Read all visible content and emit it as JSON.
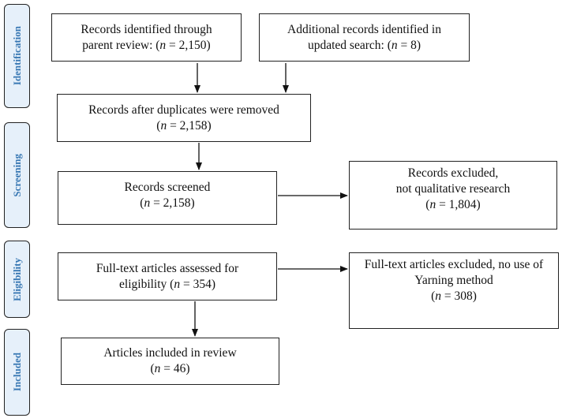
{
  "phases": {
    "identification": "Identification",
    "screening": "Screening",
    "eligibility": "Eligibility",
    "included": "Included"
  },
  "boxes": {
    "parent_review": {
      "line1": "Records identified through",
      "line2": "parent review: (",
      "n": "n",
      "line2_end": " = 2,150)"
    },
    "updated_search": {
      "line1": "Additional records identified in",
      "line2": "updated search: (",
      "n": "n",
      "line2_end": " = 8)"
    },
    "after_duplicates": {
      "line1": "Records after duplicates were removed",
      "line2": "(",
      "n": "n",
      "line2_end": " = 2,158)"
    },
    "screened": {
      "line1": "Records screened",
      "line2": "(",
      "n": "n",
      "line2_end": " = 2,158)"
    },
    "excluded_qual": {
      "line1": "Records excluded,",
      "line2": "not qualitative research",
      "line3": "(",
      "n": "n",
      "line3_end": " = 1,804)"
    },
    "fulltext_assessed": {
      "line1": "Full-text articles assessed for",
      "line2": "eligibility (",
      "n": "n",
      "line2_end": " = 354)"
    },
    "excluded_yarning": {
      "line1": "Full-text articles excluded, no use of",
      "line2": "Yarning method",
      "line3": "(",
      "n": "n",
      "line3_end": " = 308)"
    },
    "included": {
      "line1": "Articles included in review",
      "line2": "(",
      "n": "n",
      "line2_end": " = 46)"
    }
  }
}
